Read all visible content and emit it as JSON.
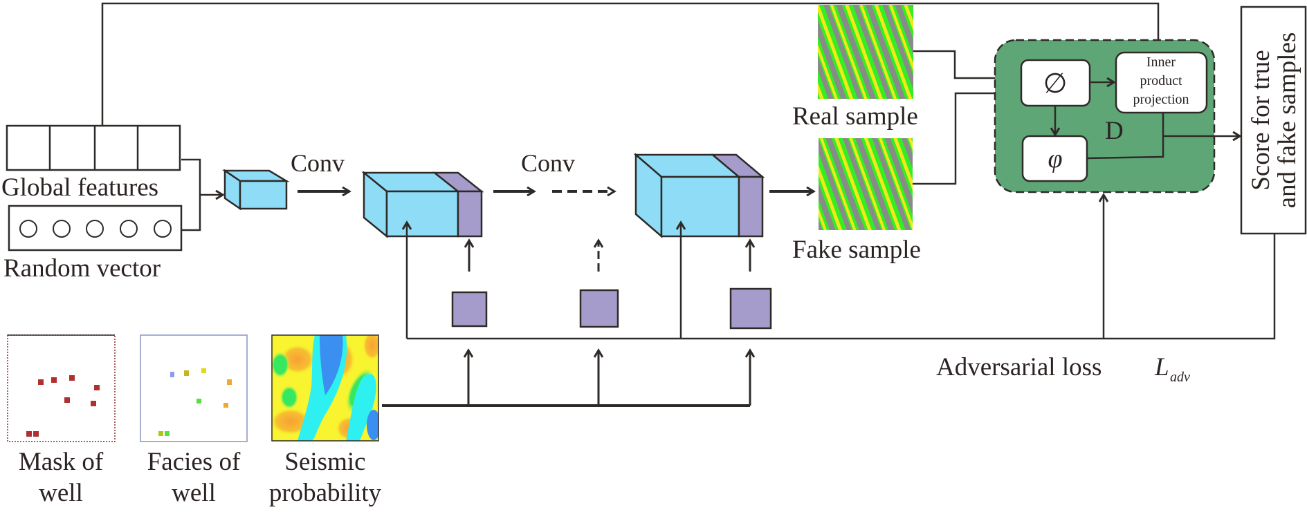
{
  "inputs": {
    "global_features": "Global features",
    "random_vector": "Random vector",
    "global_feature_cells": 4,
    "random_vector_nodes": 5
  },
  "generator": {
    "conv_label_1": "Conv",
    "conv_label_2": "Conv"
  },
  "conditions": {
    "mask_label_line1": "Mask of",
    "mask_label_line2": "well",
    "facies_label_line1": "Facies of",
    "facies_label_line2": "well",
    "seismic_label_line1": "Seismic",
    "seismic_label_line2": "probability"
  },
  "samples": {
    "real_label": "Real sample",
    "fake_label": "Fake sample"
  },
  "discriminator": {
    "label": "D",
    "phi_symbol": "∅",
    "varphi_symbol": "φ",
    "inner_product_line1": "Inner",
    "inner_product_line2": "product",
    "inner_product_line3": "projection"
  },
  "output": {
    "score_line1": "Score for true",
    "score_line2": "and fake samples"
  },
  "loss": {
    "label": "Adversarial loss",
    "symbol": "L",
    "subscript": "adv"
  },
  "colors": {
    "feature_blue": "#8fdcf7",
    "condition_purple": "#a69ccc",
    "discriminator_green": "#5fa677",
    "well_mask_red": "#b03030",
    "line": "#2e2a28"
  }
}
